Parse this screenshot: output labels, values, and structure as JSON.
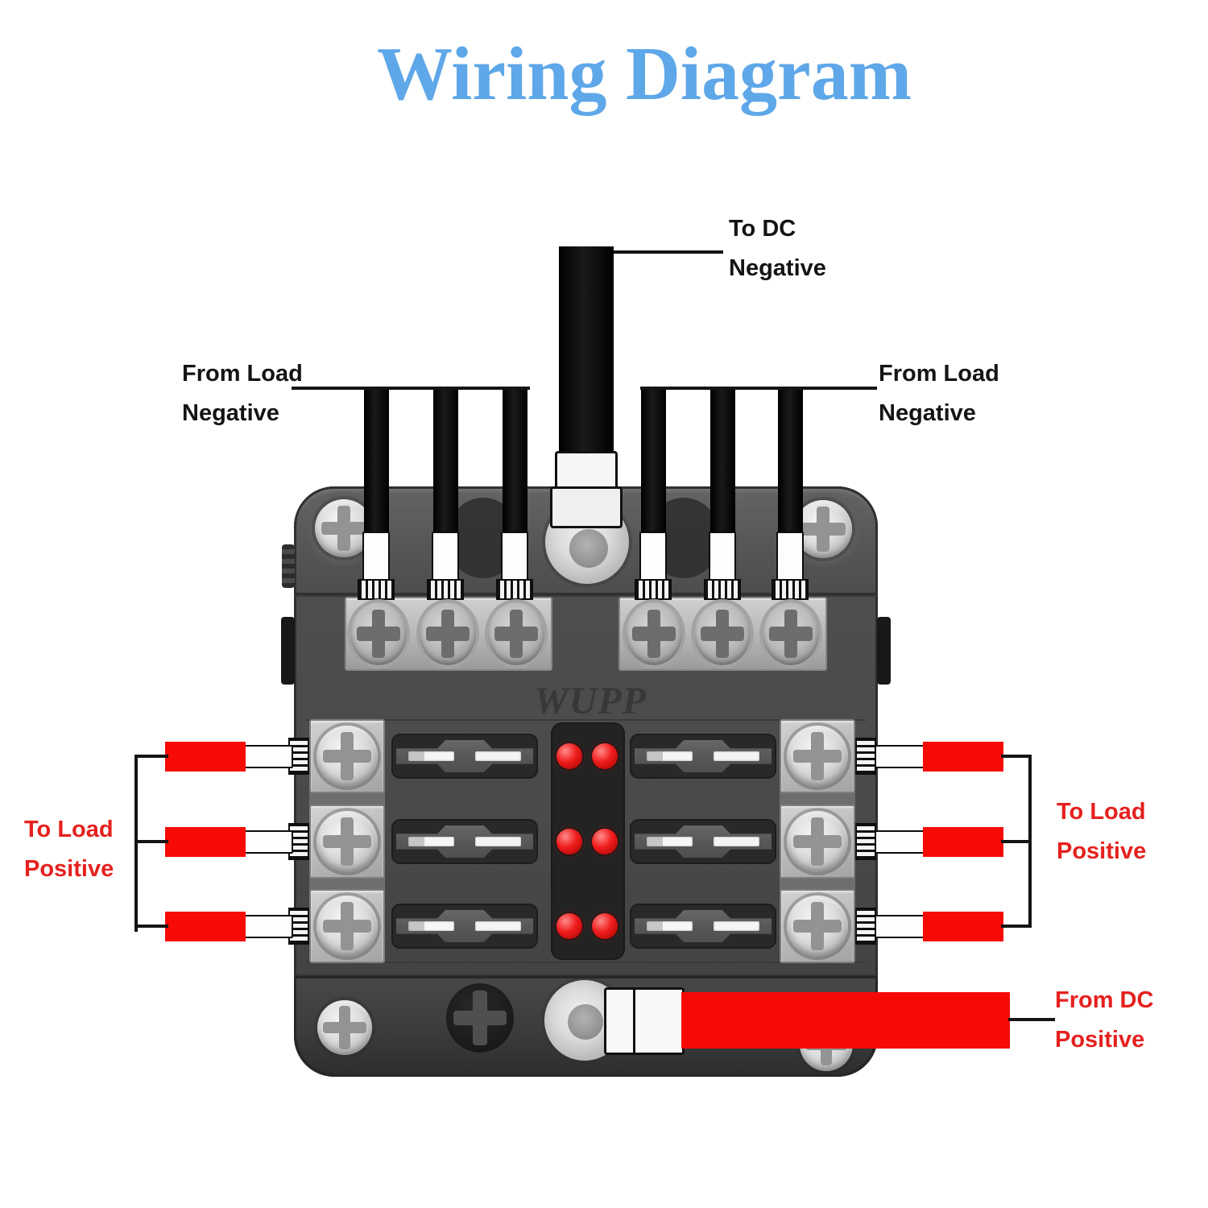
{
  "title": {
    "text": "Wiring Diagram"
  },
  "brand": "WUPP",
  "labels": {
    "to_dc_negative": {
      "line1": "To DC",
      "line2": "Negative"
    },
    "from_load_negative_left": {
      "line1": "From Load",
      "line2": "Negative"
    },
    "from_load_negative_right": {
      "line1": "From Load",
      "line2": "Negative"
    },
    "to_load_positive_left": {
      "line1": "To Load",
      "line2": "Positive"
    },
    "to_load_positive_right": {
      "line1": "To Load",
      "line2": "Positive"
    },
    "from_dc_positive": {
      "line1": "From DC",
      "line2": "Positive"
    }
  },
  "colors": {
    "title_blue": "#5ea7e8",
    "label_red": "#e5211e",
    "wire_red": "#f70a06",
    "wire_black": "#0d0d0d",
    "led_red": "#e01515",
    "box_gray": "#4a4a4a"
  },
  "fuse_box": {
    "brand": "WUPP",
    "fuse_slots": 6,
    "indicator_leds": 6,
    "negative_input_wires": 1,
    "load_negative_wires": 6,
    "load_positive_wires": 6,
    "positive_input_wires": 1,
    "terminal_block_screws": 6,
    "side_terminal_screws": 6,
    "corner_screws": 4
  }
}
